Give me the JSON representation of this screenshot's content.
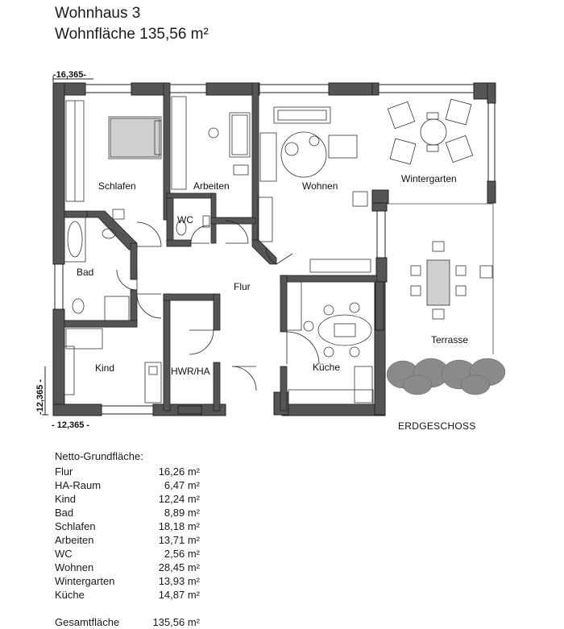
{
  "title": {
    "line1": "Wohnhaus 3",
    "line2": "Wohnfläche 135,56 m²"
  },
  "dimensions": {
    "top": "-16,365-",
    "bottom": "- 12,365 -",
    "left": "-12,365 -"
  },
  "rooms": {
    "schlafen": "Schlafen",
    "arbeiten": "Arbeiten",
    "wohnen": "Wohnen",
    "wintergarten": "Wintergarten",
    "wc": "WC",
    "bad": "Bad",
    "flur": "Flur",
    "terrasse": "Terrasse",
    "kueche": "Küche",
    "kind": "Kind",
    "hwr": "HWR/HA"
  },
  "floor_label": "ERDGESCHOSS",
  "area_table": {
    "heading": "Netto-Grundfläche:",
    "rows": [
      {
        "name": "Flur",
        "value": "16,26 m²"
      },
      {
        "name": "HA-Raum",
        "value": "6,47 m²"
      },
      {
        "name": "Kind",
        "value": "12,24 m²"
      },
      {
        "name": "Bad",
        "value": "8,89 m²"
      },
      {
        "name": "Schlafen",
        "value": "18,18 m²"
      },
      {
        "name": "Arbeiten",
        "value": "13,71 m²"
      },
      {
        "name": "WC",
        "value": "2,56 m²"
      },
      {
        "name": "Wohnen",
        "value": "28,45 m²"
      },
      {
        "name": "Wintergarten",
        "value": "13,93 m²"
      },
      {
        "name": "Küche",
        "value": "14,87 m²"
      }
    ],
    "total_name": "Gesamtfläche",
    "total_value": "135,56 m²"
  },
  "colors": {
    "wall": "#555555",
    "line": "#222222",
    "tree": "#8a8a8a"
  }
}
